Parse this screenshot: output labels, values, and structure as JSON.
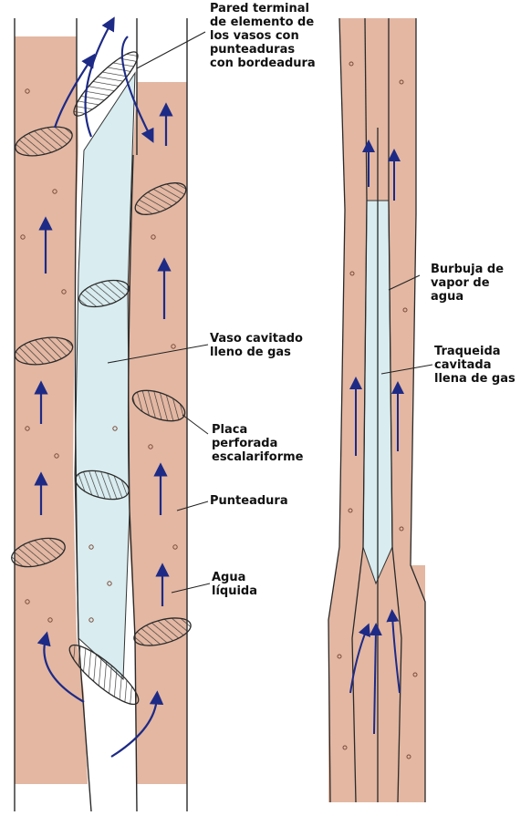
{
  "labels": {
    "end_wall": "Pared terminal\nde elemento de\nlos vasos con\npunteaduras\ncon bordeadura",
    "cavitated_vessel": "Vaso cavitado\nlleno de gas",
    "scalariform_plate": "Placa\nperforada\nescalariforme",
    "pit": "Punteadura",
    "liquid_water": "Agua\nlíquida",
    "vapor_bubble": "Burbuja de\nvapor de\nagua",
    "cavitated_tracheid": "Traqueida\ncavitada\nllena de gas"
  },
  "colors": {
    "cell_fill": "#e3b7a2",
    "cavity_fill": "#d9ecef",
    "cell_wall": "#222222",
    "arrow": "#1d2a86",
    "pit_dot": "#7a4a3a"
  },
  "icons": {
    "flow_arrow": "arrow-up-icon",
    "pit_field": "striped-ellipse-icon"
  }
}
